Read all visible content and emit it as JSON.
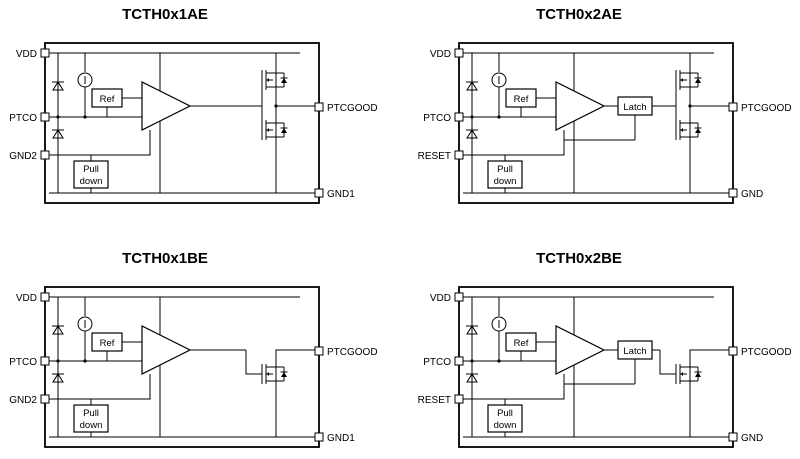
{
  "diagrams": [
    {
      "title": "TCTH0x1AE",
      "variant": "A",
      "pins": {
        "vdd": "VDD",
        "ptco": "PTCO",
        "left3": "GND2",
        "out": "PTCGOOD",
        "gnd": "GND1"
      },
      "blocks": {
        "ref": "Ref",
        "pull1": "Pull",
        "pull2": "down"
      }
    },
    {
      "title": "TCTH0x2AE",
      "variant": "A",
      "pins": {
        "vdd": "VDD",
        "ptco": "PTCO",
        "left3": "RESET",
        "out": "PTCGOOD",
        "gnd": "GND"
      },
      "blocks": {
        "ref": "Ref",
        "latch": "Latch",
        "pull1": "Pull",
        "pull2": "down"
      }
    },
    {
      "title": "TCTH0x1BE",
      "variant": "B",
      "pins": {
        "vdd": "VDD",
        "ptco": "PTCO",
        "left3": "GND2",
        "out": "PTCGOOD",
        "gnd": "GND1"
      },
      "blocks": {
        "ref": "Ref",
        "pull1": "Pull",
        "pull2": "down"
      }
    },
    {
      "title": "TCTH0x2BE",
      "variant": "B",
      "pins": {
        "vdd": "VDD",
        "ptco": "PTCO",
        "left3": "RESET",
        "out": "PTCGOOD",
        "gnd": "GND"
      },
      "blocks": {
        "ref": "Ref",
        "latch": "Latch",
        "pull1": "Pull",
        "pull2": "down"
      }
    }
  ]
}
